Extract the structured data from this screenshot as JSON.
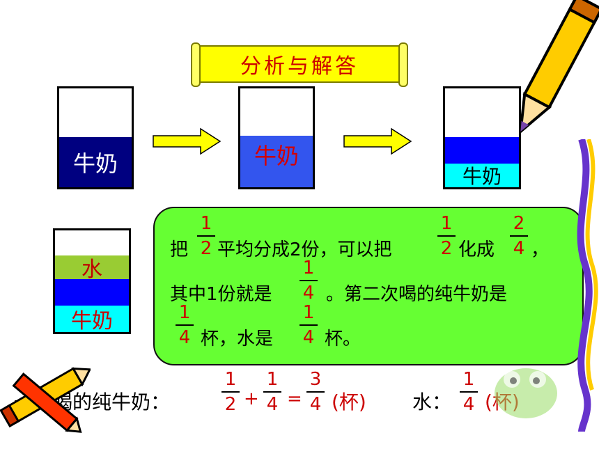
{
  "title": "分析与解答",
  "cups": {
    "cup1_label": "牛奶",
    "cup2_label": "牛奶",
    "cup3_label": "牛奶",
    "cup4_water": "水",
    "cup4_milk": "牛奶"
  },
  "explain": {
    "line1_a": "把",
    "line1_b": "平均分成2份，可以把",
    "line1_c": "化成",
    "line1_d": "，",
    "line2_a": "其中1份就是",
    "line2_b": "。第二次喝的纯牛奶是",
    "line3_a": "杯，水是",
    "line3_b": "杯。",
    "f1_num": "1",
    "f1_den": "2",
    "f2_num": "1",
    "f2_den": "2",
    "f3_num": "2",
    "f3_den": "4",
    "f4_num": "1",
    "f4_den": "4",
    "f5_num": "1",
    "f5_den": "4",
    "f6_num": "1",
    "f6_den": "4"
  },
  "bottom": {
    "label": "一共喝的纯牛奶：",
    "a_num": "1",
    "a_den": "2",
    "plus": "+",
    "b_num": "1",
    "b_den": "4",
    "eq": "=",
    "c_num": "3",
    "c_den": "4",
    "unit1": "(杯)",
    "water_label": "水：",
    "d_num": "1",
    "d_den": "4",
    "unit2": "(杯)"
  },
  "colors": {
    "banner": "#ffff00",
    "title_text": "#cc0000",
    "milk_dark": "#000080",
    "milk_blue": "#3355ee",
    "band_blue": "#0000ff",
    "band_cyan": "#00ffff",
    "band_green": "#99cc33",
    "green_box": "#66ff33",
    "arrow": "#ffff00"
  }
}
